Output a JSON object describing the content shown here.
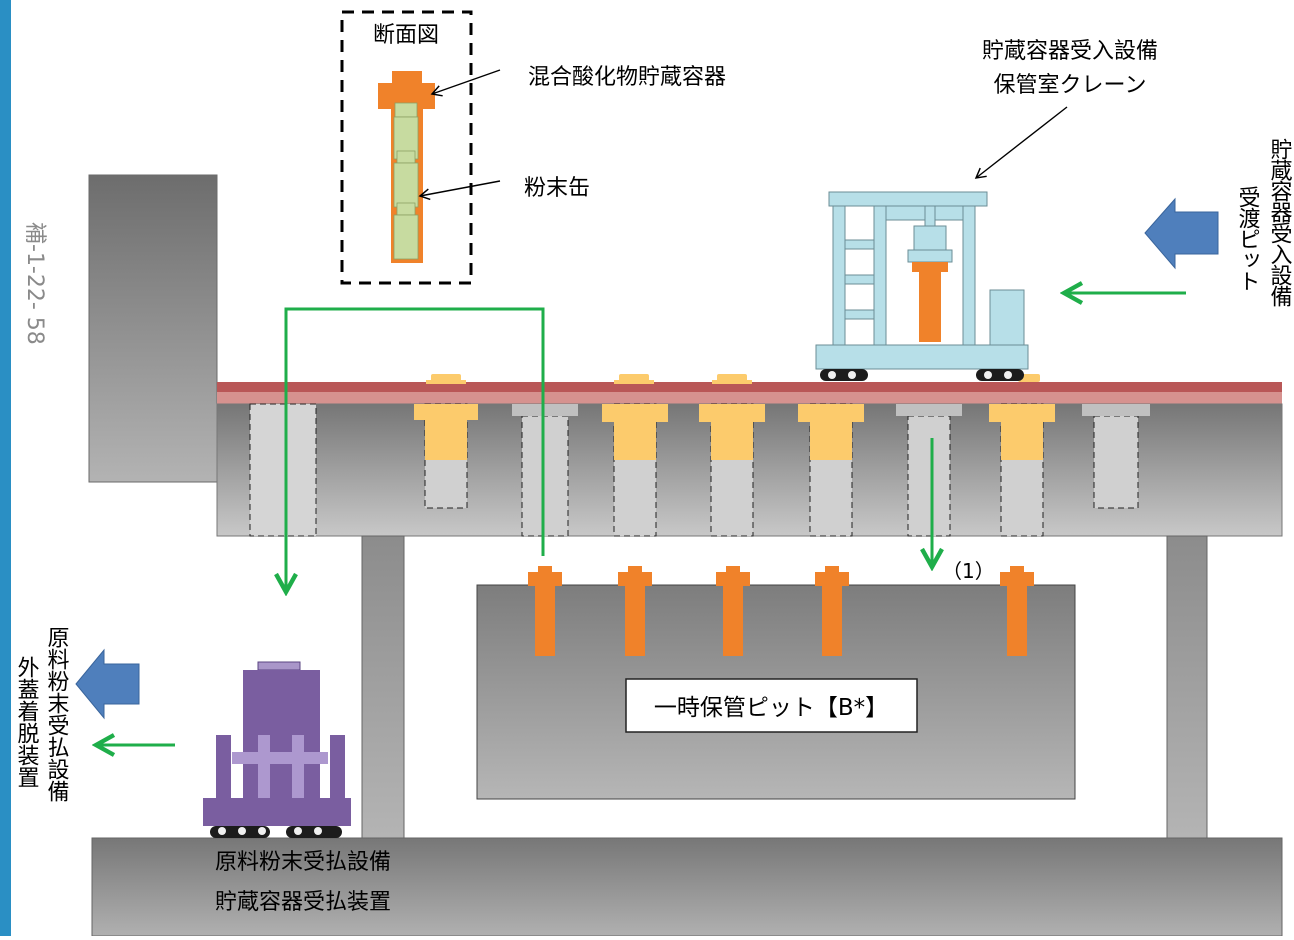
{
  "page_number": "補-1-22- 58",
  "cross_section": {
    "title": "断面図",
    "label_container": "混合酸化物貯蔵容器",
    "label_can": "粉末缶"
  },
  "crane_label": {
    "line1": "貯蔵容器受入設備",
    "line2": "保管室クレーン"
  },
  "right_label": {
    "col1": "貯蔵容器受入設備",
    "col2": "受渡ピット"
  },
  "left_label": {
    "col1": "原料粉末受払設備",
    "col2": "外蓋着脱装置"
  },
  "pit_label": "一時保管ピット【B*】",
  "marker": "（1）",
  "bottom_label": {
    "line1": "原料粉末受払設備",
    "line2": "貯蔵容器受払装置"
  },
  "colors": {
    "side_bar": "#2a8fc4",
    "floor_top": "#cd7f7f",
    "floor_line": "#b24f4f",
    "container": "#f0822a",
    "container_in_slot": "#fccb6c",
    "powder_can": "#c7dba0",
    "crane": "#b7dfe8",
    "cart": "#7a5ea0",
    "flow_arrow": "#1fae4a",
    "block_arrow": "#4f7fbc"
  }
}
